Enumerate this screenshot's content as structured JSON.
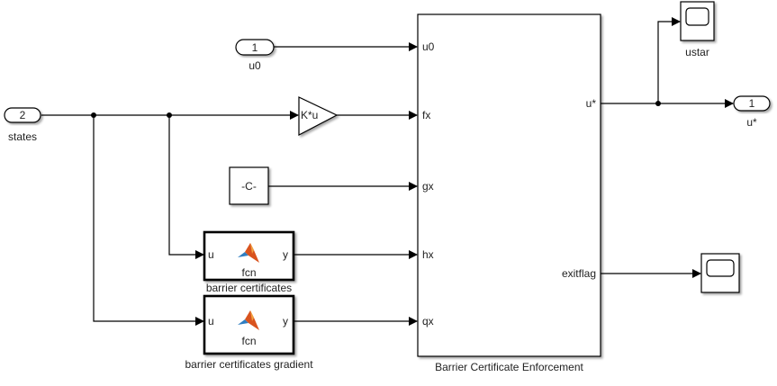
{
  "diagram": {
    "type": "simulink-model",
    "inports": [
      {
        "id": "states",
        "number": "2",
        "label": "states"
      },
      {
        "id": "u0",
        "number": "1",
        "label": "u0"
      }
    ],
    "outports": [
      {
        "id": "ustar_out",
        "number": "1",
        "label": "u*"
      }
    ],
    "gain": {
      "text": "K*u"
    },
    "constant": {
      "text": "-C-"
    },
    "fcn_blocks": [
      {
        "id": "bc",
        "in_port": "u",
        "out_port": "y",
        "body": "fcn",
        "label": "barrier certificates"
      },
      {
        "id": "bcg",
        "in_port": "u",
        "out_port": "y",
        "body": "fcn",
        "label": "barrier certificates gradient"
      }
    ],
    "subsystem": {
      "label": "Barrier Certificate Enforcement",
      "inputs": [
        "u0",
        "fx",
        "gx",
        "hx",
        "qx"
      ],
      "outputs": [
        "u*",
        "exitflag"
      ]
    },
    "scopes": [
      {
        "id": "scope_ustar",
        "label": "ustar"
      },
      {
        "id": "scope_exitflag",
        "label": ""
      }
    ],
    "connections": [
      [
        "states",
        "Gain K*u"
      ],
      [
        "Gain K*u",
        "Subsystem.fx"
      ],
      [
        "states",
        "barrier certificates.u"
      ],
      [
        "states",
        "barrier certificates gradient.u"
      ],
      [
        "u0",
        "Subsystem.u0"
      ],
      [
        "Constant -C-",
        "Subsystem.gx"
      ],
      [
        "barrier certificates.y",
        "Subsystem.hx"
      ],
      [
        "barrier certificates gradient.y",
        "Subsystem.qx"
      ],
      [
        "Subsystem.u*",
        "ustar scope"
      ],
      [
        "Subsystem.u*",
        "Outport u*"
      ],
      [
        "Subsystem.exitflag",
        "exitflag scope"
      ]
    ]
  },
  "colors": {
    "matlab_logo_orange": "#d9531e",
    "matlab_logo_blue": "#2f7ec1"
  }
}
